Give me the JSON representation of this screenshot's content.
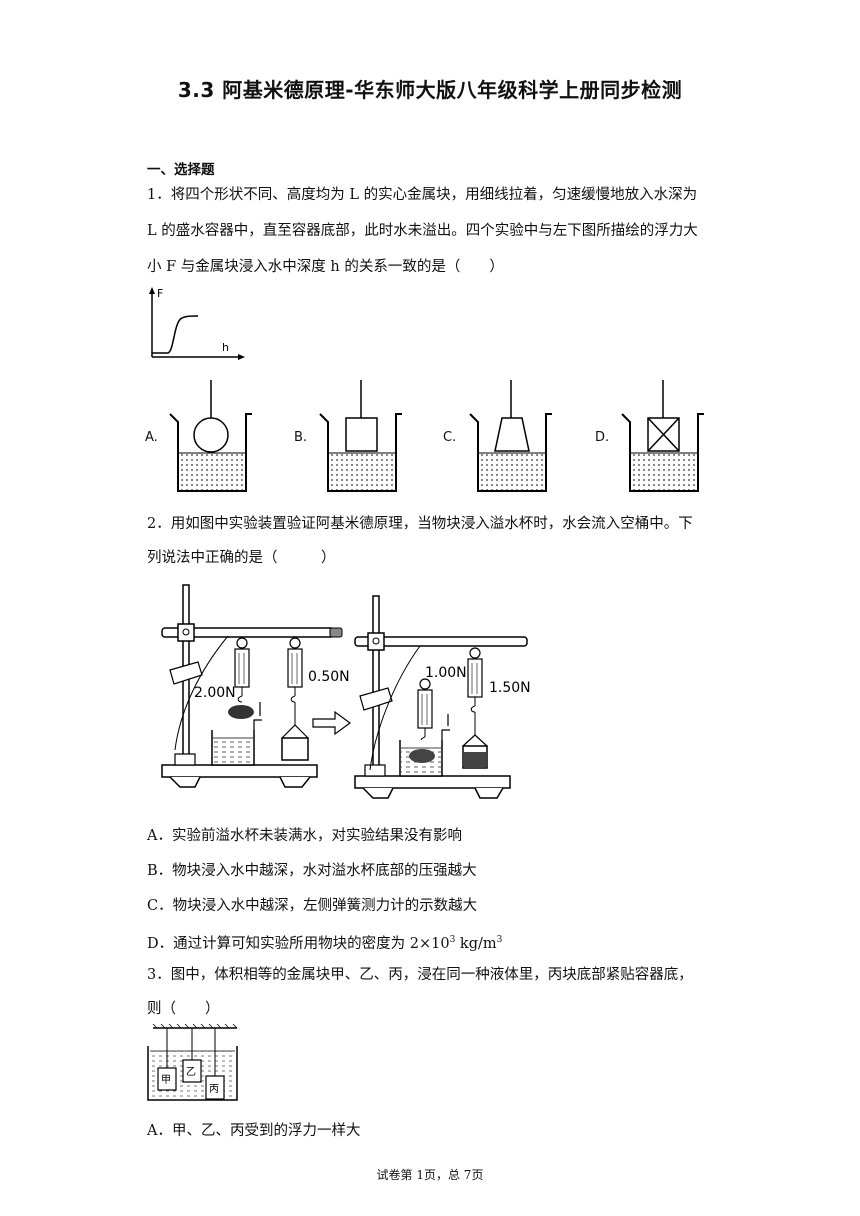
{
  "title": "3.3 阿基米德原理-华东师大版八年级科学上册同步检测",
  "section_heading": "一、选择题",
  "q1": {
    "line1": "1．将四个形状不同、高度均为 L 的实心金属块，用细线拉着，匀速缓慢地放入水深为",
    "line2": "L 的盛水容器中，直至容器底部，此时水未溢出。四个实验中与左下图所描绘的浮力大",
    "line3": "小 F 与金属块浸入水中深度 h 的关系一致的是（　　）",
    "graph_y_label": "F",
    "graph_x_label": "h",
    "options": [
      "A.",
      "B.",
      "C.",
      "D."
    ]
  },
  "q2": {
    "line1": "2．用如图中实验装置验证阿基米德原理，当物块浸入溢水杯时，水会流入空桶中。下",
    "line2": "列说法中正确的是（　　　）",
    "readings": [
      "2.00N",
      "0.50N",
      "1.00N",
      "1.50N"
    ],
    "optA": "A．实验前溢水杯未装满水，对实验结果没有影响",
    "optB": "B．物块浸入水中越深，水对溢水杯底部的压强越大",
    "optC": "C．物块浸入水中越深，左侧弹簧测力计的示数越大",
    "optD_pre": "D．通过计算可知实验所用物块的密度为 2×10",
    "optD_exp": "3",
    "optD_unit": " kg/m",
    "optD_exp2": "3"
  },
  "q3": {
    "line1": "3．图中，体积相等的金属块甲、乙、丙，浸在同一种液体里，丙块底部紧贴容器底，",
    "line2": "则（　　）",
    "blocks": [
      "甲",
      "乙",
      "丙"
    ],
    "optA": "A．甲、乙、丙受到的浮力一样大"
  },
  "footer": "试卷第 1页，总 7页"
}
